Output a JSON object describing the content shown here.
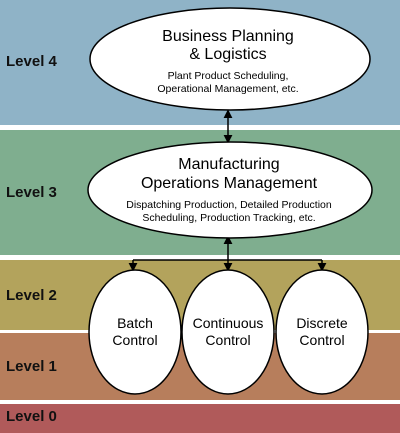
{
  "levels": {
    "l4": {
      "label": "Level 4",
      "color": "#8fb3c7"
    },
    "l3": {
      "label": "Level 3",
      "color": "#7fae8f"
    },
    "l2": {
      "label": "Level 2",
      "color": "#b3a35c"
    },
    "l1": {
      "label": "Level 1",
      "color": "#b77e5c"
    },
    "l0": {
      "label": "Level 0",
      "color": "#b05a5a"
    }
  },
  "nodes": {
    "business": {
      "title_line1": "Business Planning",
      "title_line2": "& Logistics",
      "sub_line1": "Plant Product Scheduling,",
      "sub_line2": "Operational Management, etc."
    },
    "mom": {
      "title_line1": "Manufacturing",
      "title_line2": "Operations Management",
      "sub_line1": "Dispatching Production, Detailed Production",
      "sub_line2": "Scheduling, Production Tracking, etc."
    },
    "batch": {
      "line1": "Batch",
      "line2": "Control"
    },
    "continuous": {
      "line1": "Continuous",
      "line2": "Control"
    },
    "discrete": {
      "line1": "Discrete",
      "line2": "Control"
    }
  }
}
